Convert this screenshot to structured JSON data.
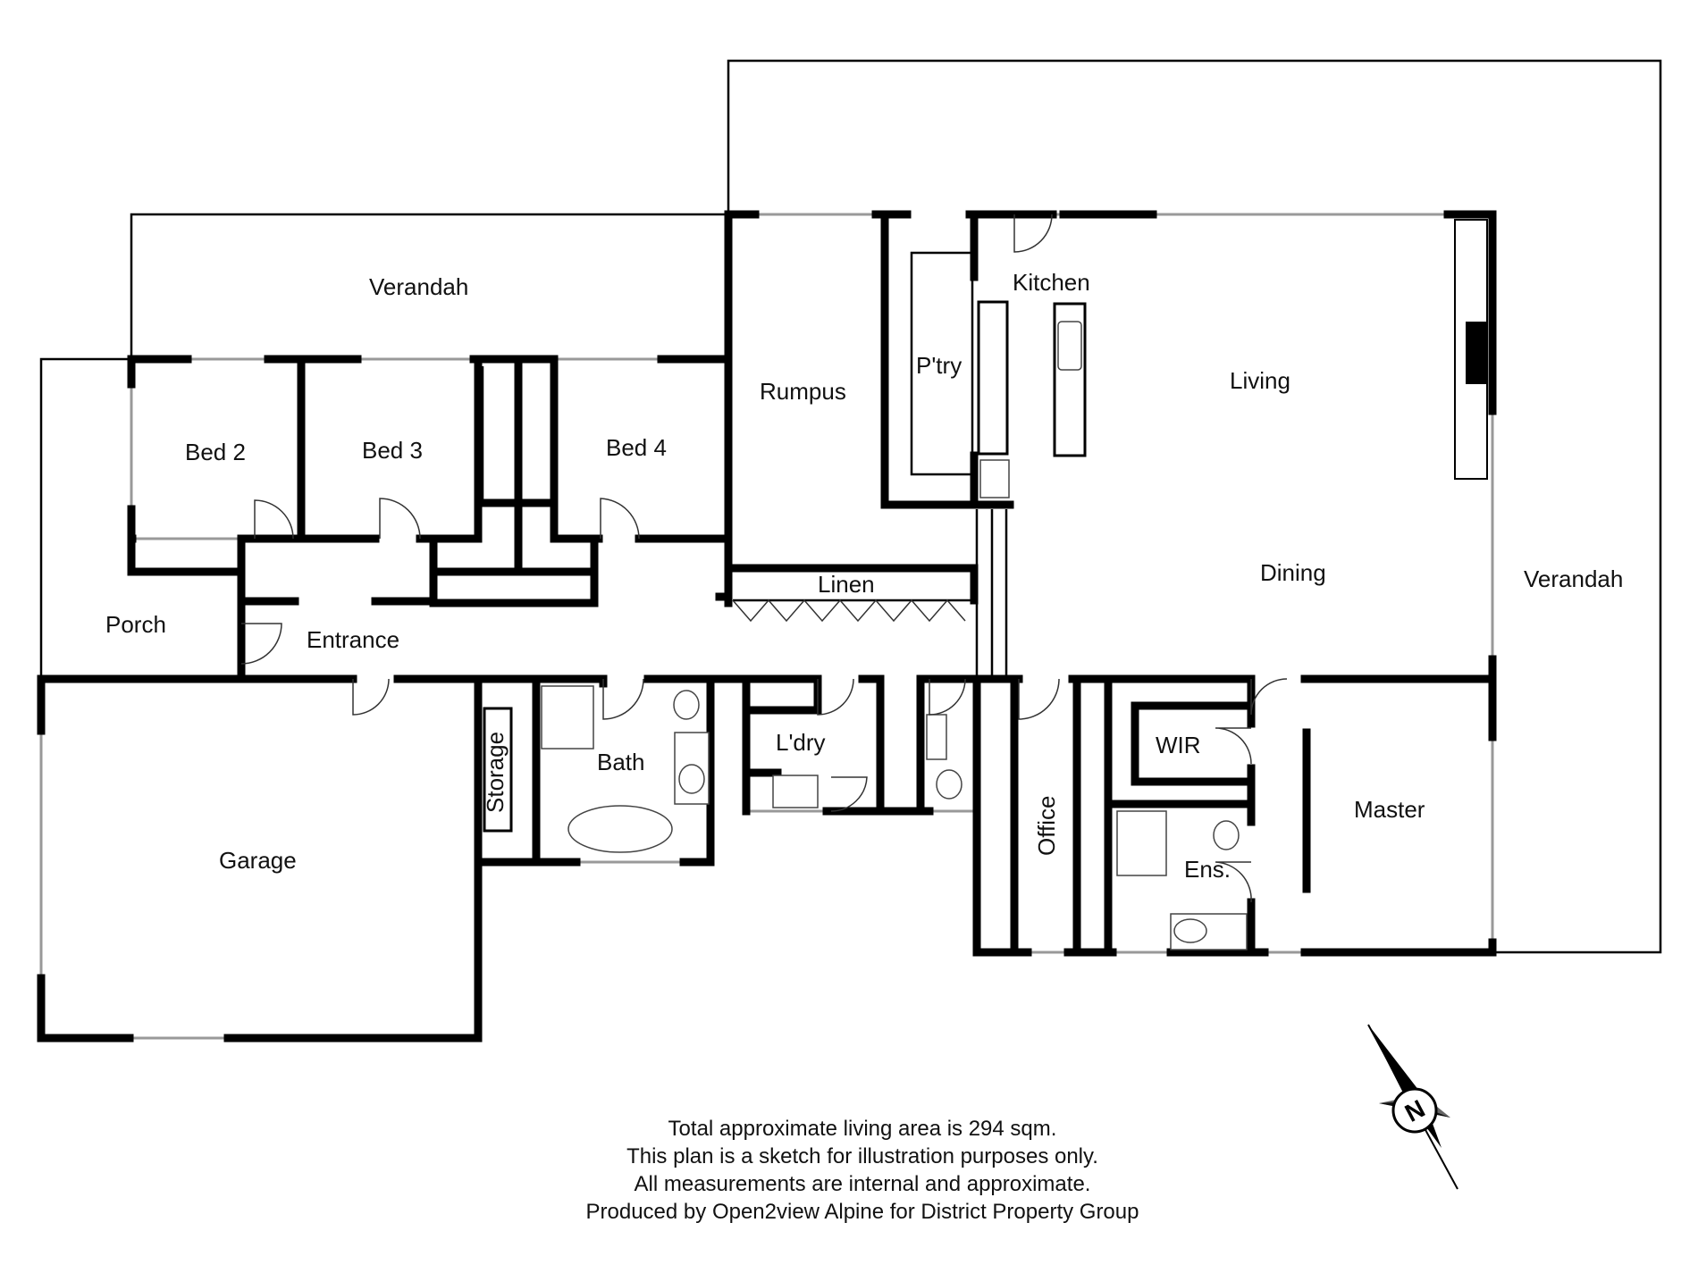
{
  "colors": {
    "wall": "#000000",
    "window": "#999999",
    "background": "#ffffff"
  },
  "rooms": {
    "verandah_north": "Verandah",
    "bed2": "Bed 2",
    "bed3": "Bed 3",
    "bed4": "Bed 4",
    "rumpus": "Rumpus",
    "pantry": "P'try",
    "kitchen": "Kitchen",
    "living": "Living",
    "dining": "Dining",
    "verandah_east": "Verandah",
    "linen": "Linen",
    "porch": "Porch",
    "entrance": "Entrance",
    "storage": "Storage",
    "bath": "Bath",
    "laundry": "L'dry",
    "office": "Office",
    "wir": "WIR",
    "master": "Master",
    "ensuite": "Ens.",
    "garage": "Garage"
  },
  "notes": [
    "Total approximate living area is 294 sqm.",
    "This plan is a sketch for illustration purposes only.",
    "All measurements are internal and approximate.",
    "Produced by Open2view Alpine for District Property Group"
  ],
  "compass": {
    "label": "N",
    "icon": "north-arrow-icon"
  }
}
